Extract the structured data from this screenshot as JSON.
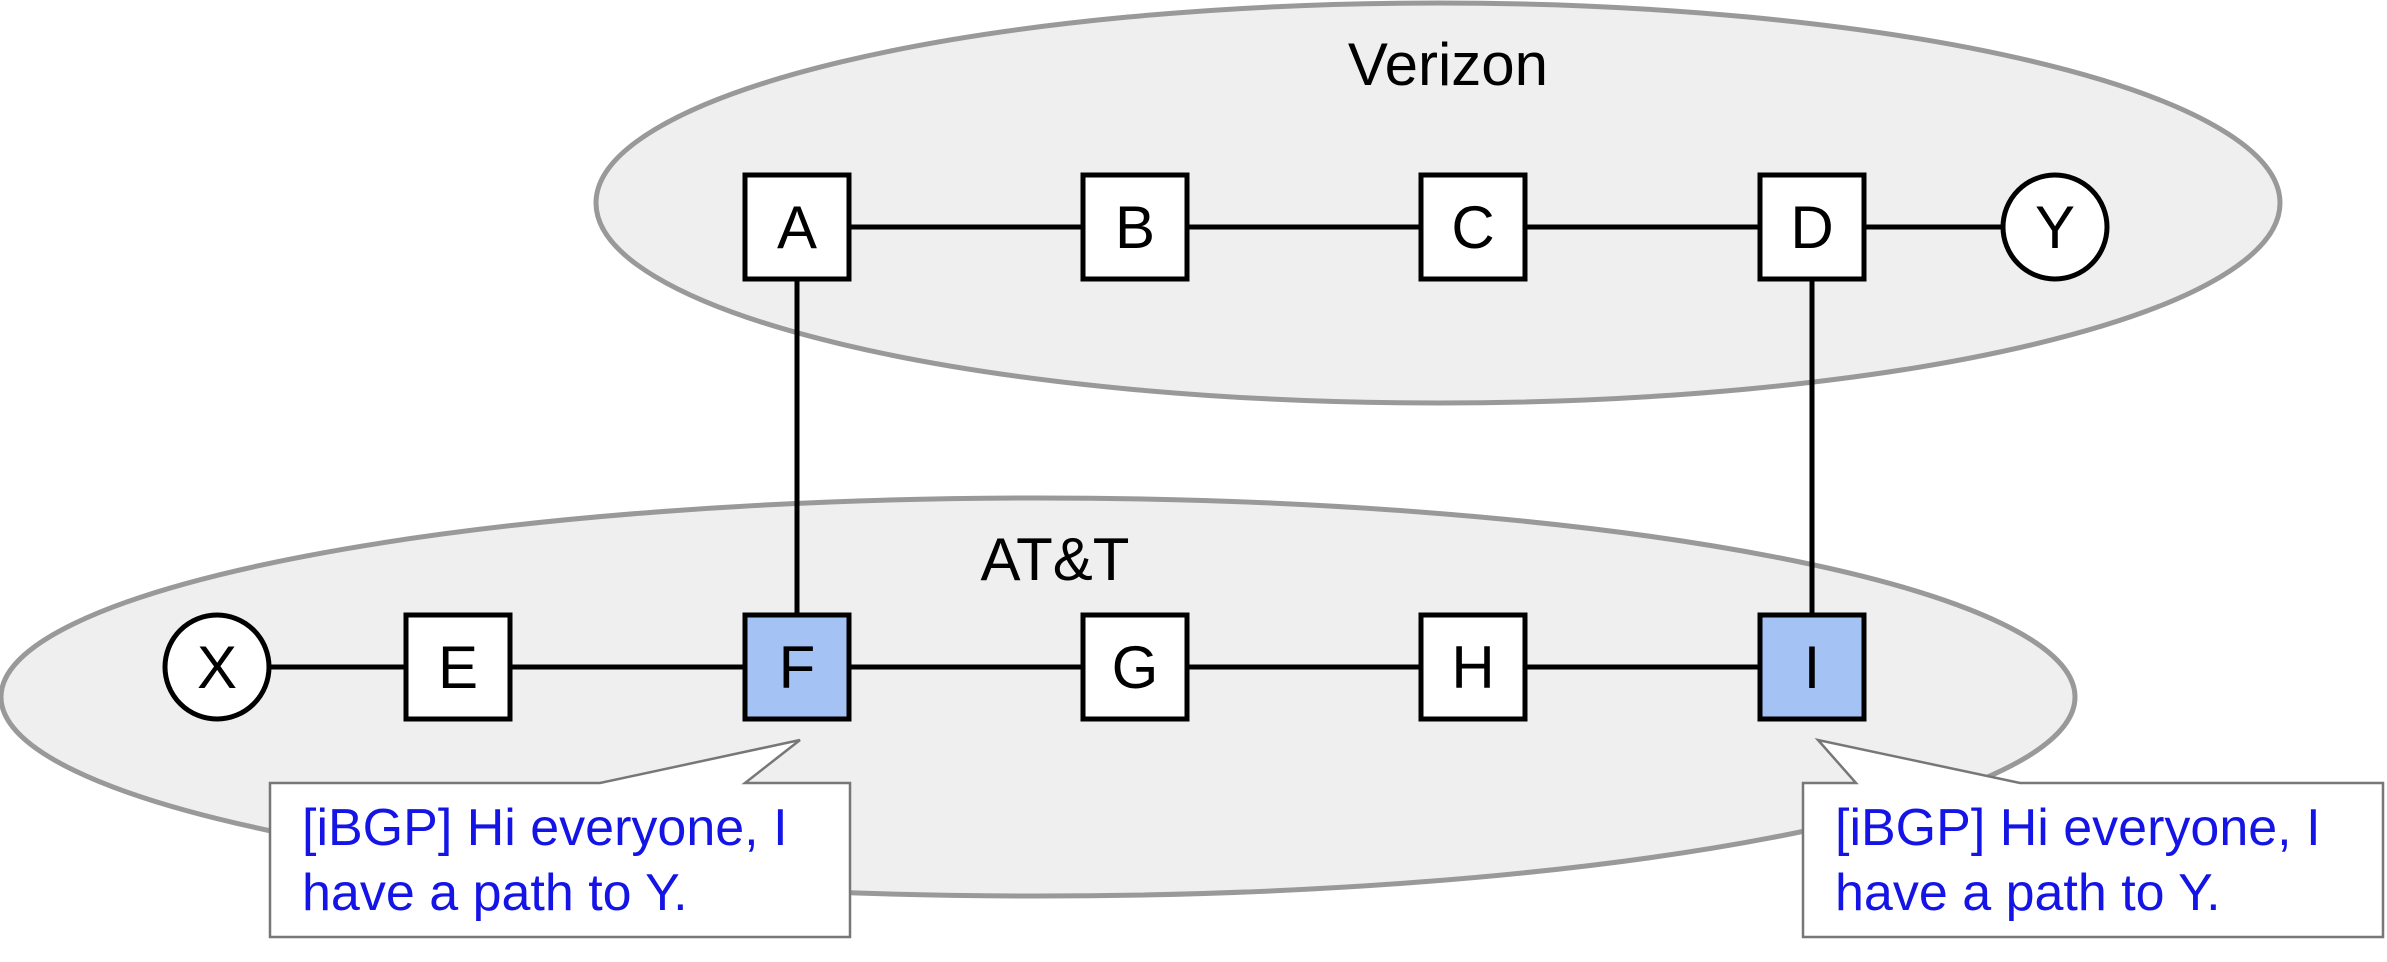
{
  "autonomous_systems": [
    {
      "id": "verizon",
      "label": "Verizon"
    },
    {
      "id": "att",
      "label": "AT&T"
    }
  ],
  "nodes": [
    {
      "id": "A",
      "label": "A",
      "kind": "router",
      "as": "verizon",
      "highlight": false
    },
    {
      "id": "B",
      "label": "B",
      "kind": "router",
      "as": "verizon",
      "highlight": false
    },
    {
      "id": "C",
      "label": "C",
      "kind": "router",
      "as": "verizon",
      "highlight": false
    },
    {
      "id": "D",
      "label": "D",
      "kind": "router",
      "as": "verizon",
      "highlight": false
    },
    {
      "id": "Y",
      "label": "Y",
      "kind": "host",
      "as": "verizon",
      "highlight": false
    },
    {
      "id": "X",
      "label": "X",
      "kind": "host",
      "as": "att",
      "highlight": false
    },
    {
      "id": "E",
      "label": "E",
      "kind": "router",
      "as": "att",
      "highlight": false
    },
    {
      "id": "F",
      "label": "F",
      "kind": "router",
      "as": "att",
      "highlight": true
    },
    {
      "id": "G",
      "label": "G",
      "kind": "router",
      "as": "att",
      "highlight": false
    },
    {
      "id": "H",
      "label": "H",
      "kind": "router",
      "as": "att",
      "highlight": false
    },
    {
      "id": "I",
      "label": "I",
      "kind": "router",
      "as": "att",
      "highlight": true
    }
  ],
  "links": [
    [
      "A",
      "B"
    ],
    [
      "B",
      "C"
    ],
    [
      "C",
      "D"
    ],
    [
      "D",
      "Y"
    ],
    [
      "X",
      "E"
    ],
    [
      "E",
      "F"
    ],
    [
      "F",
      "G"
    ],
    [
      "G",
      "H"
    ],
    [
      "H",
      "I"
    ],
    [
      "A",
      "F"
    ],
    [
      "D",
      "I"
    ]
  ],
  "callouts": [
    {
      "from": "F",
      "lines": [
        "[iBGP] Hi everyone, I",
        "have a path to Y."
      ]
    },
    {
      "from": "I",
      "lines": [
        "[iBGP] Hi everyone, I",
        "have a path to Y."
      ]
    }
  ],
  "colors": {
    "highlight_fill": "#a4c2f4",
    "router_fill": "#ffffff",
    "callout_text": "#1414e6",
    "cloud_fill": "#efefef"
  }
}
